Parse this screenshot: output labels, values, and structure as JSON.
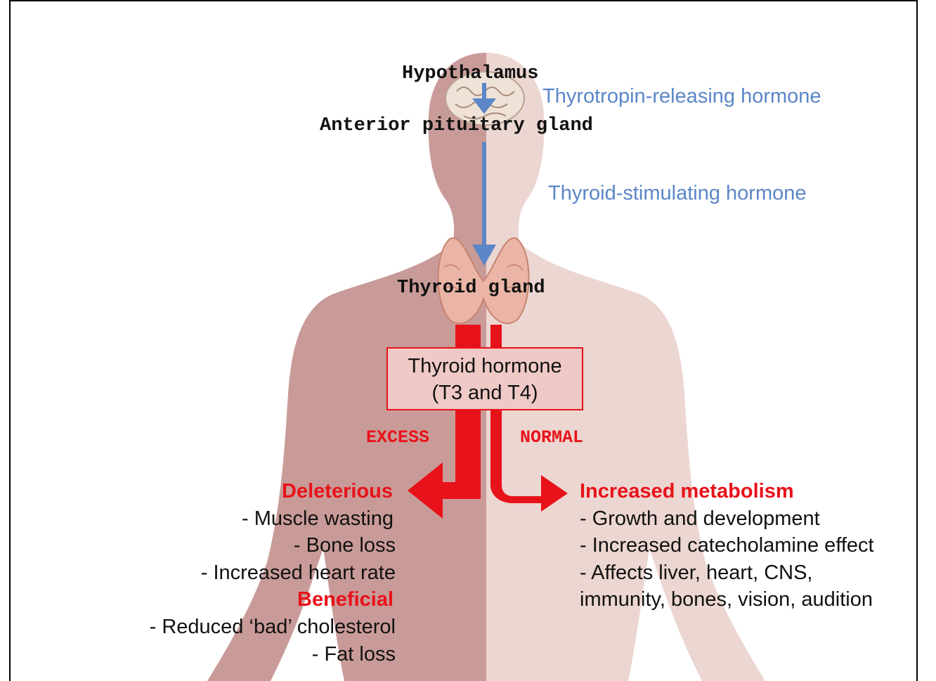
{
  "nodes": {
    "hypothalamus": "Hypothalamus",
    "pituitary": "Anterior pituitary gland",
    "thyroid": "Thyroid gland"
  },
  "hormones": {
    "trh": "Thyrotropin-releasing hormone",
    "tsh": "Thyroid-stimulating hormone"
  },
  "hormone_box": {
    "line1": "Thyroid hormone",
    "line2": "(T3 and T4)"
  },
  "branches": {
    "excess": "EXCESS",
    "normal": "NORMAL"
  },
  "left": {
    "deleterious": {
      "heading": "Deleterious",
      "items": [
        "- Muscle wasting",
        "- Bone loss",
        "- Increased heart rate"
      ]
    },
    "beneficial": {
      "heading": "Beneficial",
      "items": [
        "- Reduced ‘bad’ cholesterol",
        "- Fat loss"
      ]
    }
  },
  "right": {
    "heading": "Increased metabolism",
    "items": [
      "- Growth and development",
      "- Increased catecholamine effect",
      "- Affects liver, heart, CNS,",
      "immunity, bones, vision, audition"
    ]
  },
  "colors": {
    "body_left": "#c99b98",
    "body_right": "#ecd6d1",
    "red_accent": "#e8121a",
    "blue_hormone": "#5b86c8"
  }
}
